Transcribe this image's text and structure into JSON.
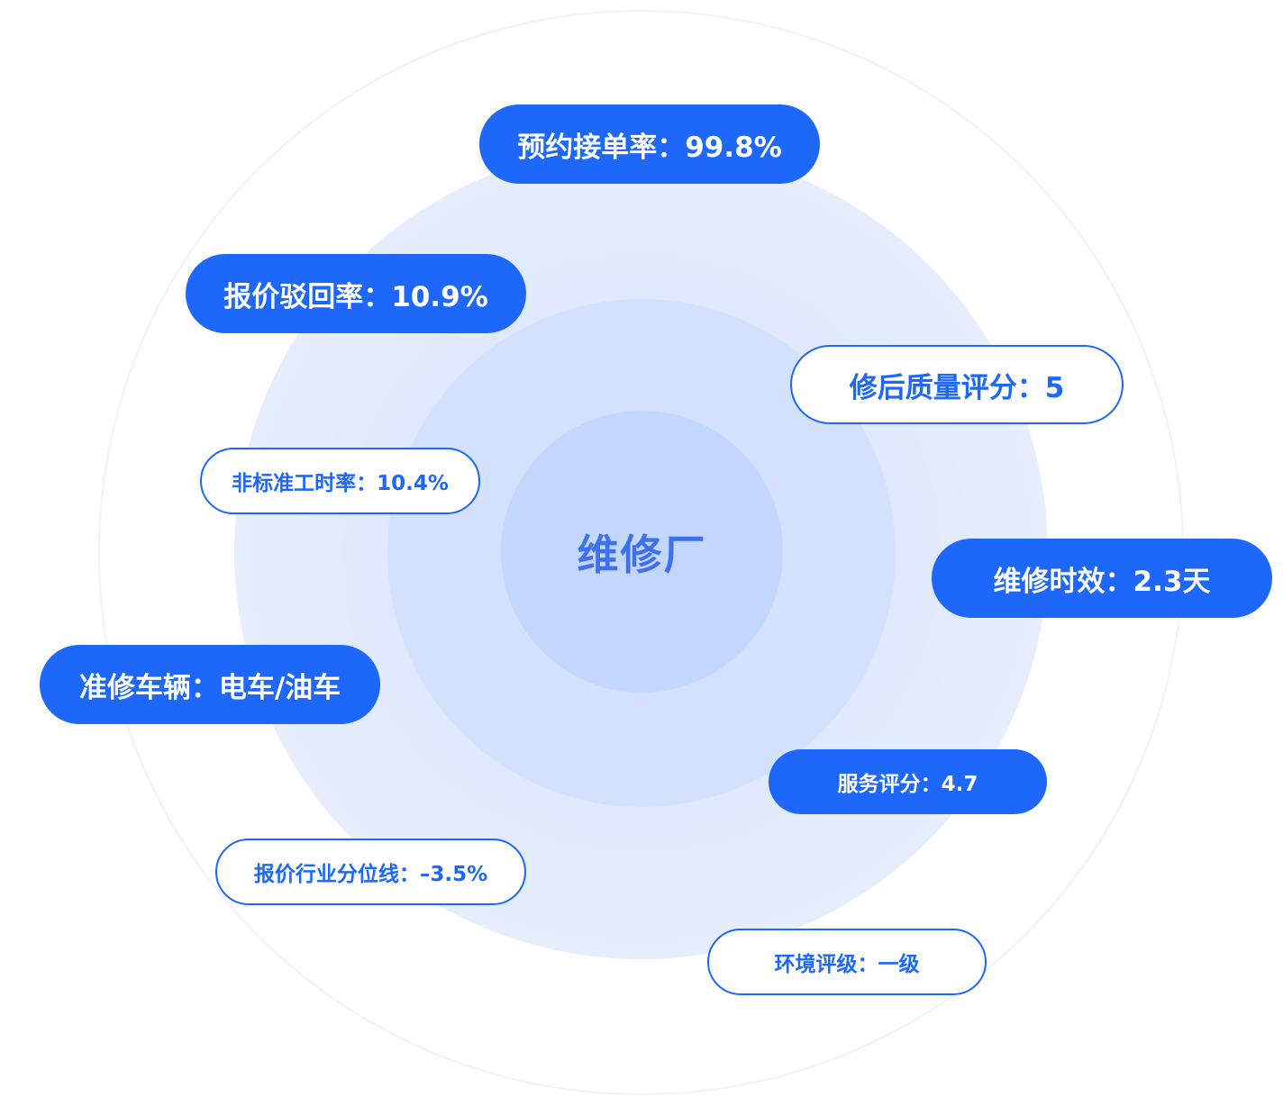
{
  "center": {
    "label": "维修厂"
  },
  "metrics": [
    {
      "id": "booking-rate",
      "label": "预约接单率：99.8%",
      "style": "solid"
    },
    {
      "id": "quote-reject-rate",
      "label": "报价驳回率：10.9%",
      "style": "solid"
    },
    {
      "id": "post-repair-quality",
      "label": "修后质量评分：5",
      "style": "outline"
    },
    {
      "id": "non-standard-hours",
      "label": "非标准工时率：10.4%",
      "style": "outline"
    },
    {
      "id": "repair-time",
      "label": "维修时效：2.3天",
      "style": "solid"
    },
    {
      "id": "allowed-vehicles",
      "label": "准修车辆：电车/油车",
      "style": "solid"
    },
    {
      "id": "service-score",
      "label": "服务评分：4.7",
      "style": "solid"
    },
    {
      "id": "quote-percentile",
      "label": "报价行业分位线：–3.5%",
      "style": "outline"
    },
    {
      "id": "environment-grade",
      "label": "环境评级：一级",
      "style": "outline"
    }
  ],
  "colors": {
    "accent": "#1d67fb",
    "center_text": "#3f70ef",
    "ring_core": "#c3d6fc",
    "ring_mid": "#d3e1fc",
    "ring_outer_fill": "#e6edfd",
    "ring_border": "#eef2fb"
  }
}
